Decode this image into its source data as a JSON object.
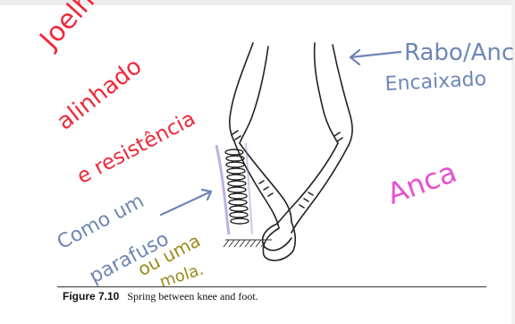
{
  "caption": {
    "label": "Figure 7.10",
    "text": "Spring between knee and foot."
  },
  "annotations": {
    "joelho": "Joelho",
    "alinhado": "alinhado",
    "e_resistencia": "e resistência",
    "rabo_anca": "Rabo/Anca",
    "encaixado": "Encaixado",
    "anca": "Anca",
    "como_um": "Como um",
    "parafuso": "parafuso",
    "ou_uma": "ou uma",
    "mola": "mola."
  },
  "colors": {
    "red": "#ee2a3a",
    "blue": "#6f86b5",
    "pink": "#e84fd0",
    "olive": "#9a8a18"
  }
}
